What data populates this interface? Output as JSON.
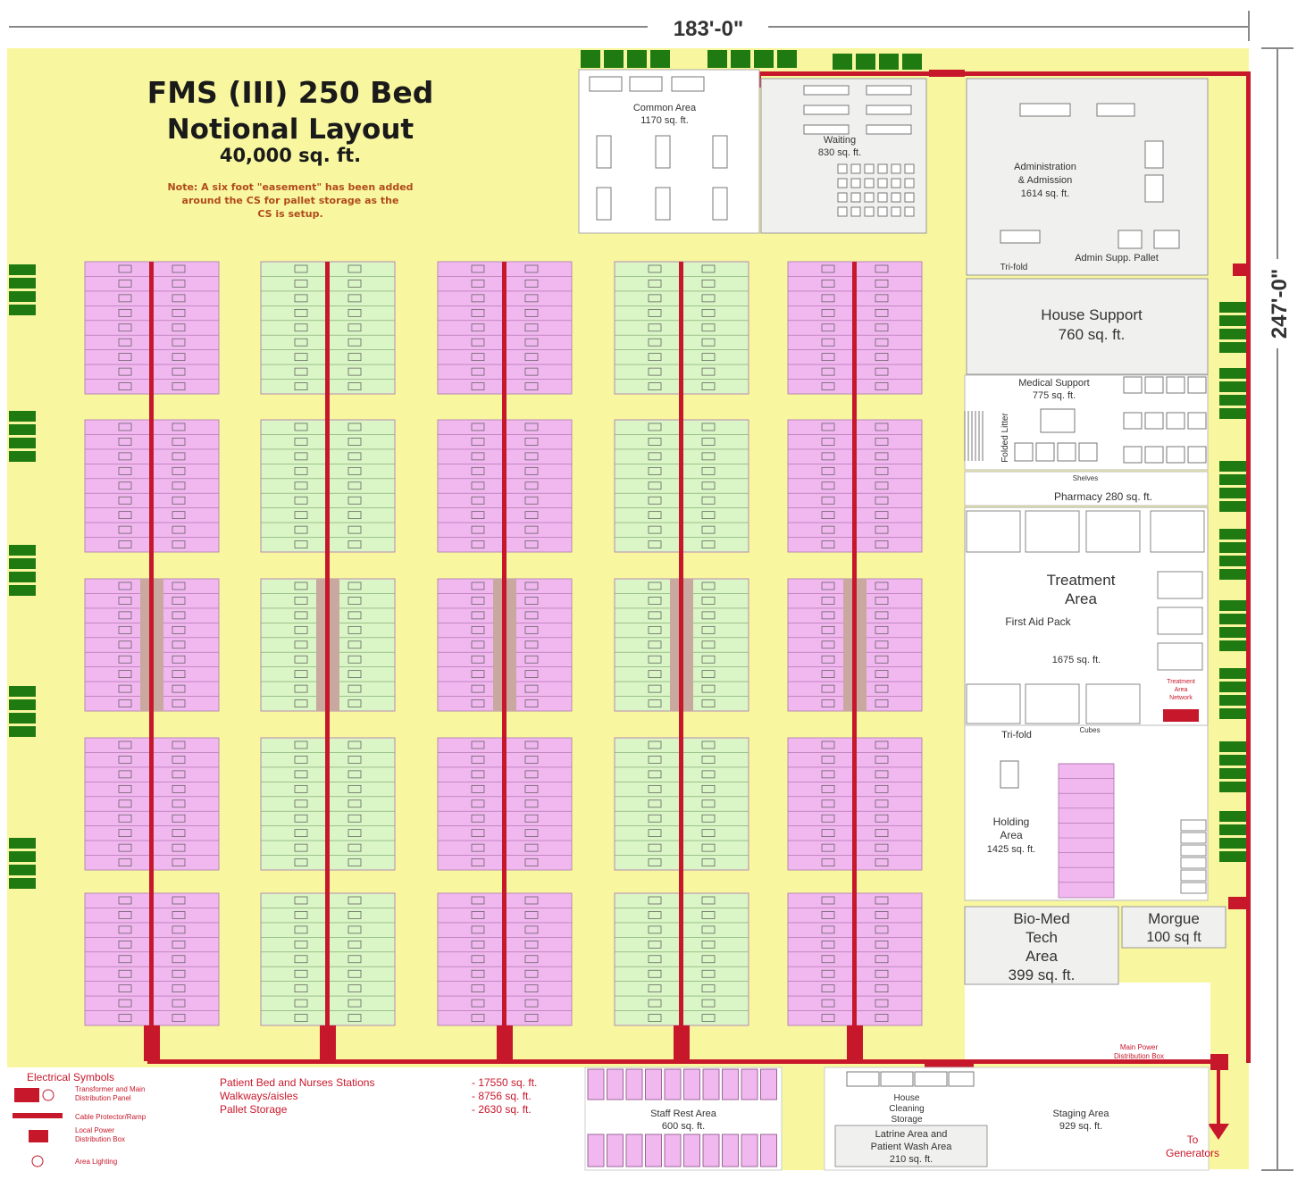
{
  "dimensions": {
    "width_label": "183'-0\"",
    "height_label": "247'-0\""
  },
  "title": {
    "line1": "FMS (III)  250 Bed",
    "line2": "Notional Layout",
    "line3": "40,000 sq. ft."
  },
  "note": {
    "line1": "Note: A six foot \"easement\" has been added",
    "line2": "around the CS for pallet storage as the",
    "line3": "CS is setup."
  },
  "rooms": {
    "common_area": {
      "name": "Common Area",
      "size": "1170 sq. ft."
    },
    "waiting": {
      "name": "Waiting",
      "size": "830 sq. ft."
    },
    "administration": {
      "line1": "Administration",
      "line2": "& Admission",
      "size": "1614 sq. ft."
    },
    "tri_fold_top": "Tri-fold",
    "admin_supp_pallet": "Admin Supp. Pallet",
    "house_support": {
      "name": "House Support",
      "size": "760 sq. ft."
    },
    "medical_support": {
      "name": "Medical Support",
      "size": "775 sq. ft."
    },
    "folded_litter": "Folded Litter",
    "shelves": "Shelves",
    "pharmacy": "Pharmacy 280 sq. ft.",
    "treatment_area": {
      "line1": "Treatment",
      "line2": "Area",
      "sub": "First Aid Pack",
      "size": "1675 sq. ft."
    },
    "treatment_area_network": {
      "line1": "Treatment",
      "line2": "Area",
      "line3": "Network"
    },
    "tri_fold_mid": "Tri-fold",
    "cubes": "Cubes",
    "holding_area": {
      "line1": "Holding",
      "line2": "Area",
      "size": "1425 sq. ft."
    },
    "bio_med": {
      "line1": "Bio-Med",
      "line2": "Tech",
      "line3": "Area",
      "size": "399 sq. ft."
    },
    "morgue": {
      "name": "Morgue",
      "size": "100 sq ft"
    },
    "staff_rest": {
      "name": "Staff Rest Area",
      "size": "600 sq. ft."
    },
    "house_cleaning": {
      "line1": "House",
      "line2": "Cleaning",
      "line3": "Storage"
    },
    "latrine": {
      "line1": "Latrine Area and",
      "line2": "Patient Wash Area",
      "size": "210 sq. ft."
    },
    "staging": {
      "name": "Staging Area",
      "size": "929 sq. ft."
    },
    "main_power": {
      "line1": "Main Power",
      "line2": "Distribution Box"
    },
    "to_generators": {
      "line1": "To",
      "line2": "Generators"
    }
  },
  "electrical_symbols": {
    "title": "Electrical Symbols",
    "items": [
      {
        "line1": "Transformer and Main",
        "line2": "Distribution Panel"
      },
      {
        "line1": "Cable Protector/Ramp",
        "line2": ""
      },
      {
        "line1": "Local Power",
        "line2": "Distribution Box"
      },
      {
        "line1": "Area Lighting",
        "line2": ""
      }
    ]
  },
  "area_summary": [
    {
      "label": "Patient Bed and Nurses Stations",
      "value": "- 17550 sq. ft."
    },
    {
      "label": "Walkways/aisles",
      "value": "- 8756 sq. ft."
    },
    {
      "label": "Pallet Storage",
      "value": "- 2630 sq. ft."
    }
  ],
  "colors": {
    "floor": "#f8f79f",
    "ward_pink": "#f1b8f0",
    "ward_green": "#daf5c6",
    "power_red": "#c7182b",
    "generator_green": "#1f7a12",
    "room_gray": "#f0f0ef"
  }
}
